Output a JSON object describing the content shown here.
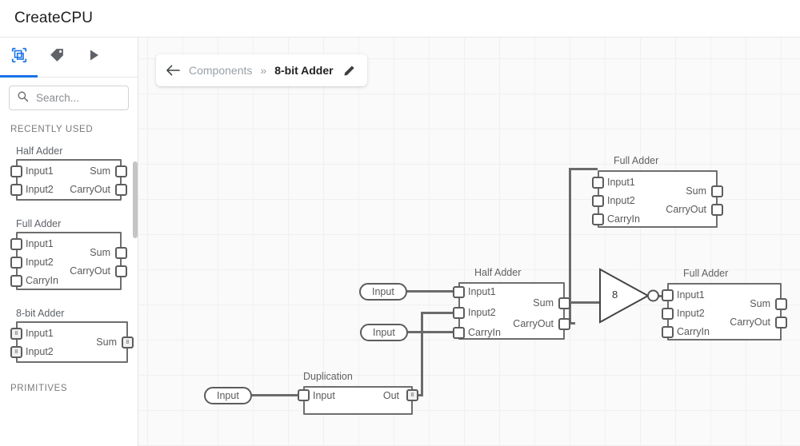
{
  "app": {
    "title": "CreateCPU"
  },
  "sidebar": {
    "tabs": [
      {
        "name": "components-tab",
        "icon": "chip-icon",
        "active": true
      },
      {
        "name": "tags-tab",
        "icon": "tag-icon",
        "active": false
      },
      {
        "name": "run-tab",
        "icon": "play-icon",
        "active": false
      }
    ],
    "search": {
      "placeholder": "Search...",
      "value": "",
      "icon": "search-icon"
    },
    "sections": [
      {
        "title": "RECENTLY USED"
      },
      {
        "title": "PRIMITIVES"
      }
    ],
    "palette": [
      {
        "title": "Half Adder",
        "inputs": [
          {
            "label": "Input1",
            "bus": ""
          },
          {
            "label": "Input2",
            "bus": ""
          }
        ],
        "outputs": [
          {
            "label": "Sum",
            "bus": ""
          },
          {
            "label": "CarryOut",
            "bus": ""
          }
        ]
      },
      {
        "title": "Full Adder",
        "inputs": [
          {
            "label": "Input1",
            "bus": ""
          },
          {
            "label": "Input2",
            "bus": ""
          },
          {
            "label": "CarryIn",
            "bus": ""
          }
        ],
        "outputs": [
          {
            "label": "Sum",
            "bus": ""
          },
          {
            "label": "CarryOut",
            "bus": ""
          }
        ]
      },
      {
        "title": "8-bit Adder",
        "inputs": [
          {
            "label": "Input1",
            "bus": "8"
          },
          {
            "label": "Input2",
            "bus": "8"
          }
        ],
        "outputs": [
          {
            "label": "Sum",
            "bus": "8"
          }
        ]
      }
    ]
  },
  "breadcrumb": {
    "back_icon": "arrow-left-icon",
    "parent": "Components",
    "separator": "»",
    "current": "8-bit Adder",
    "edit_icon": "pencil-icon"
  },
  "canvas": {
    "nodes": [
      {
        "id": "full-adder-top",
        "title": "Full Adder",
        "inputs": [
          {
            "label": "Input1",
            "bus": ""
          },
          {
            "label": "Input2",
            "bus": ""
          },
          {
            "label": "CarryIn",
            "bus": ""
          }
        ],
        "outputs": [
          {
            "label": "Sum",
            "bus": ""
          },
          {
            "label": "CarryOut",
            "bus": ""
          }
        ]
      },
      {
        "id": "half-adder-mid",
        "title": "Half Adder",
        "inputs": [
          {
            "label": "Input1",
            "bus": ""
          },
          {
            "label": "Input2",
            "bus": ""
          },
          {
            "label": "CarryIn",
            "bus": ""
          }
        ],
        "outputs": [
          {
            "label": "Sum",
            "bus": ""
          },
          {
            "label": "CarryOut",
            "bus": ""
          }
        ]
      },
      {
        "id": "full-adder-right",
        "title": "Full Adder",
        "inputs": [
          {
            "label": "Input1",
            "bus": ""
          },
          {
            "label": "Input2",
            "bus": ""
          },
          {
            "label": "CarryIn",
            "bus": ""
          }
        ],
        "outputs": [
          {
            "label": "Sum",
            "bus": ""
          },
          {
            "label": "CarryOut",
            "bus": ""
          }
        ]
      },
      {
        "id": "duplication",
        "title": "Duplication",
        "inputs": [
          {
            "label": "Input",
            "bus": ""
          }
        ],
        "outputs": [
          {
            "label": "Out",
            "bus": "8"
          }
        ]
      }
    ],
    "input_pills": [
      {
        "id": "input-pill-1",
        "label": "Input"
      },
      {
        "id": "input-pill-2",
        "label": "Input"
      },
      {
        "id": "input-pill-3",
        "label": "Input"
      }
    ],
    "not_gate": {
      "id": "not-gate",
      "label": "8"
    }
  },
  "colors": {
    "accent": "#1a73e8",
    "wire": "#6b6b6b",
    "node_stroke": "#6e6e6e",
    "canvas_bg": "#fafafa",
    "grid": "#f0f0f0"
  }
}
